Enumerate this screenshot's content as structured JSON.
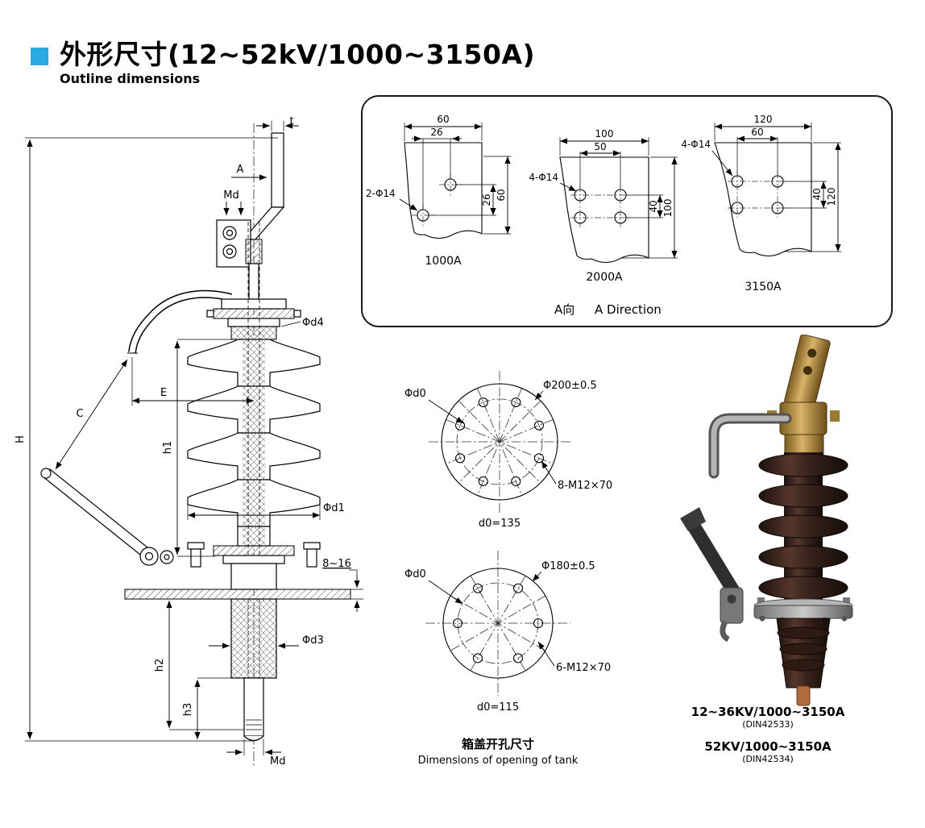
{
  "header": {
    "title": "外形尺寸(12~52kV/1000~3150A)",
    "subtitle": "Outline dimensions",
    "accent_color": "#29abe2"
  },
  "outline_drawing": {
    "dims": {
      "t": "t",
      "a_direction": "A",
      "md_top": "Md",
      "phi_d4": "Φd4",
      "e": "E",
      "c": "C",
      "h": "H",
      "h1": "h1",
      "phi_d1": "Φd1",
      "flange_thickness": "8~16",
      "phi_d3": "Φd3",
      "h2": "h2",
      "h3": "h3",
      "md_bottom": "Md"
    }
  },
  "direction_box": {
    "caption_cn": "A向",
    "caption_en": "A Direction",
    "variants": [
      {
        "name": "1000A",
        "dim_width": "60",
        "dim_inner": "26",
        "holes": "2-Φ14",
        "dim_v_inner": "26",
        "dim_v_outer": "60"
      },
      {
        "name": "2000A",
        "dim_width": "100",
        "dim_inner": "50",
        "holes": "4-Φ14",
        "dim_v_inner": "40",
        "dim_v_outer": "100"
      },
      {
        "name": "3150A",
        "dim_width": "120",
        "dim_inner": "60",
        "holes": "4-Φ14",
        "dim_v_inner": "40",
        "dim_v_outer": "120"
      }
    ]
  },
  "tank_openings": {
    "circles": [
      {
        "label": "Φd0",
        "outer_dia": "Φ200±0.5",
        "bolt_spec": "8-M12×70",
        "d0": "d0=135"
      },
      {
        "label": "Φd0",
        "outer_dia": "Φ180±0.5",
        "bolt_spec": "6-M12×70",
        "d0": "d0=115"
      }
    ],
    "caption_cn": "箱盖开孔尺寸",
    "caption_en": "Dimensions of opening of tank"
  },
  "product": {
    "model_a": "12~36KV/1000~3150A",
    "model_a_std": "(DIN42533)",
    "model_b": "52KV/1000~3150A",
    "model_b_std": "(DIN42534)"
  }
}
